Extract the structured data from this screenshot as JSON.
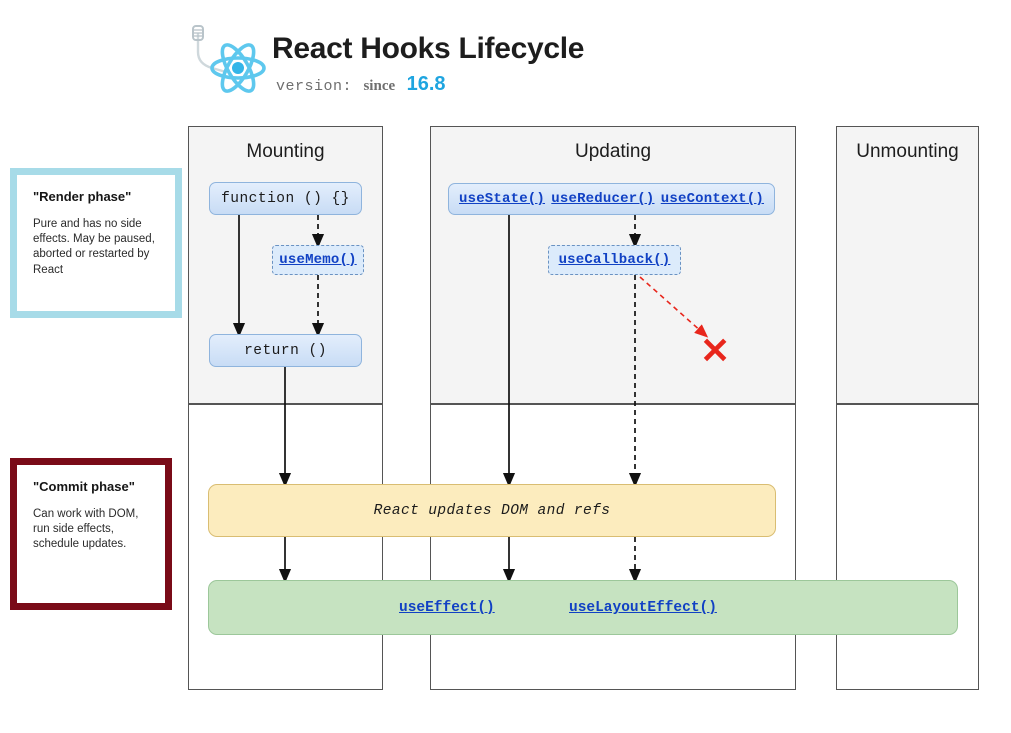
{
  "header": {
    "title": "React Hooks Lifecycle",
    "logo_icon": "react-atom-hook-icon",
    "version_label": "version:",
    "version_since": "since",
    "version_number": "16.8",
    "accent_color": "#1fa5e0"
  },
  "phases": [
    {
      "id": "render",
      "title": "\"Render phase\"",
      "description": "Pure and has no side effects. May be paused, aborted or restarted by React",
      "border_color": "#a7dbe8"
    },
    {
      "id": "commit",
      "title": "\"Commit phase\"",
      "description": "Can work with DOM, run side effects, schedule updates.",
      "border_color": "#7a0b18"
    }
  ],
  "columns": [
    {
      "id": "mounting",
      "label": "Mounting"
    },
    {
      "id": "updating",
      "label": "Updating"
    },
    {
      "id": "unmounting",
      "label": "Unmounting"
    }
  ],
  "nodes": {
    "function": "function () {}",
    "use_memo": "useMemo()",
    "return": "return ()",
    "use_state": "useState()",
    "use_reducer": "useReducer()",
    "use_context": "useContext()",
    "use_callback": "useCallback()",
    "dom_refs": "React updates DOM and refs",
    "use_effect": "useEffect()",
    "use_layout_effect": "useLayoutEffect()",
    "cancel_marker": "✕"
  },
  "colors": {
    "node_fill": "#dcebfb",
    "node_border": "#8fb4dd",
    "link_text": "#1141c4",
    "dom_refs_fill": "#fcecbe",
    "effects_fill": "#c6e3c1",
    "cancel": "#e8261c",
    "column_header_fill": "#f4f4f4"
  }
}
